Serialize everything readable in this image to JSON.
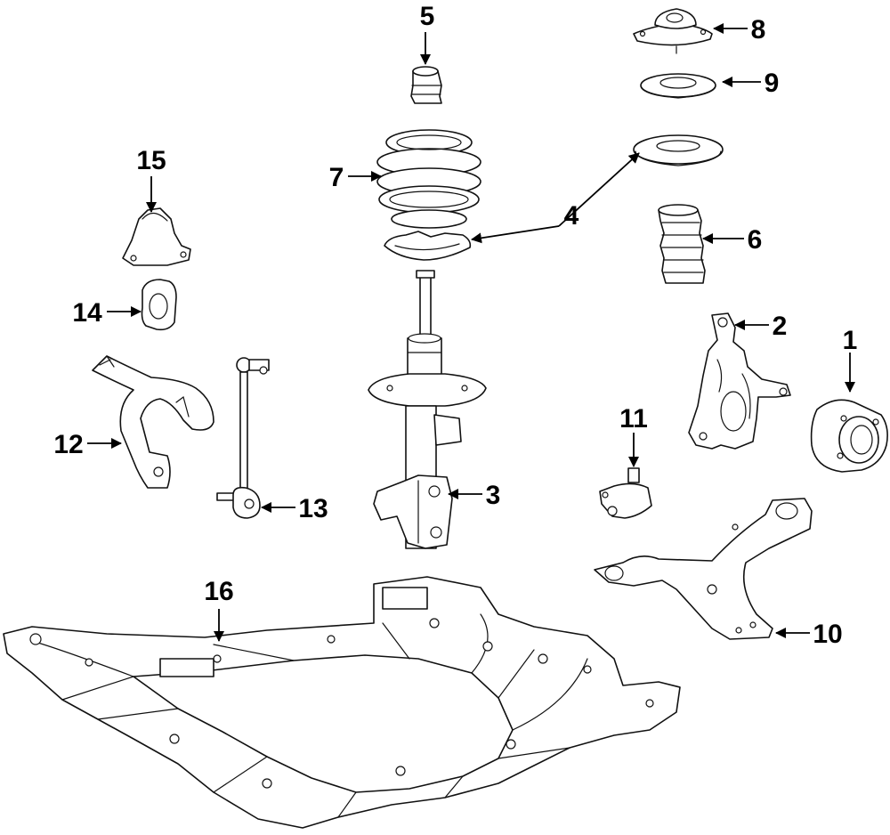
{
  "diagram": {
    "callouts": [
      {
        "id": "c1",
        "label": "1"
      },
      {
        "id": "c2",
        "label": "2"
      },
      {
        "id": "c3",
        "label": "3"
      },
      {
        "id": "c4",
        "label": "4"
      },
      {
        "id": "c5",
        "label": "5"
      },
      {
        "id": "c6",
        "label": "6"
      },
      {
        "id": "c7",
        "label": "7"
      },
      {
        "id": "c8",
        "label": "8"
      },
      {
        "id": "c9",
        "label": "9"
      },
      {
        "id": "c10",
        "label": "10"
      },
      {
        "id": "c11",
        "label": "11"
      },
      {
        "id": "c12",
        "label": "12"
      },
      {
        "id": "c13",
        "label": "13"
      },
      {
        "id": "c14",
        "label": "14"
      },
      {
        "id": "c15",
        "label": "15"
      },
      {
        "id": "c16",
        "label": "16"
      }
    ],
    "colors": {
      "line": "#111111",
      "fill": "#ffffff"
    }
  }
}
